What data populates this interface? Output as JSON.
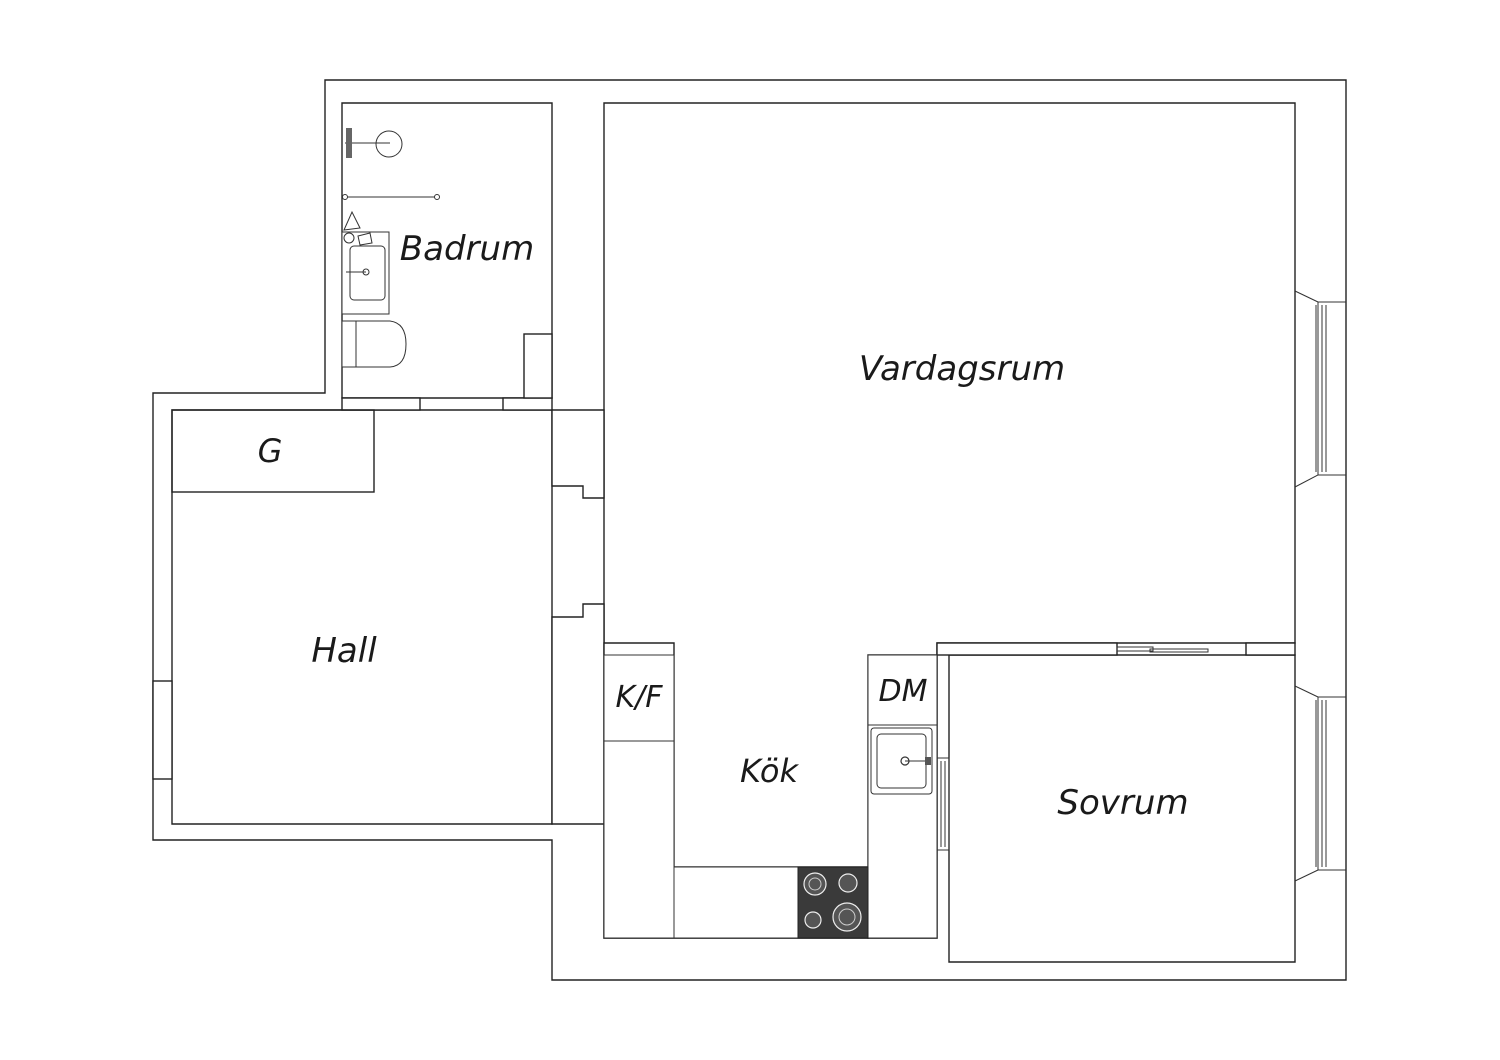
{
  "rooms": {
    "badrum": "Badrum",
    "vardagsrum": "Vardagsrum",
    "garderob": "G",
    "hall": "Hall",
    "kyl_frys": "K/F",
    "diskmaskin": "DM",
    "kok": "Kök",
    "sovrum": "Sovrum"
  },
  "colors": {
    "wall_stroke": "#222222",
    "background": "#ffffff",
    "stove": "#3a3a3a"
  },
  "icons": {
    "shower": "shower-icon",
    "washbasin": "washbasin-icon",
    "toilet": "toilet-icon",
    "kitchen_sink": "kitchen-sink-icon",
    "stove": "stove-icon",
    "window": "window-icon"
  }
}
